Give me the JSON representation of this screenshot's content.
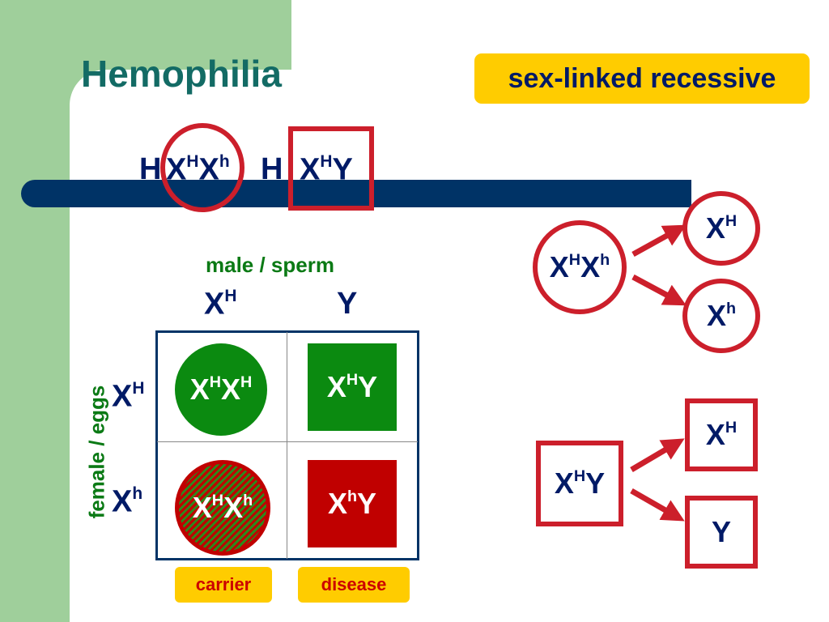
{
  "title": "Hemophilia",
  "badge": "sex-linked recessive",
  "parents": {
    "mother": {
      "prefix": "H",
      "base1": "X",
      "sup1": "H",
      "base2": "X",
      "sup2": "h"
    },
    "father": {
      "prefix": "H",
      "base1": "X",
      "sup1": "H",
      "base2": "Y"
    }
  },
  "punnett": {
    "top_label": "male / sperm",
    "side_label": "female / eggs",
    "columns": [
      {
        "base": "X",
        "sup": "H"
      },
      {
        "base": "Y",
        "sup": ""
      }
    ],
    "rows": [
      {
        "base": "X",
        "sup": "H"
      },
      {
        "base": "X",
        "sup": "h"
      }
    ],
    "cells": [
      {
        "b1": "X",
        "s1": "H",
        "b2": "X",
        "s2": "H",
        "color": "#0b8a10"
      },
      {
        "b1": "X",
        "s1": "H",
        "b2": "Y",
        "s2": "",
        "color": "#0b8a10"
      },
      {
        "b1": "X",
        "s1": "H",
        "b2": "X",
        "s2": "h",
        "color": "#c00000"
      },
      {
        "b1": "X",
        "s1": "h",
        "b2": "Y",
        "s2": "",
        "color": "#c00000"
      }
    ],
    "labels": {
      "carrier": "carrier",
      "disease": "disease"
    }
  },
  "female_gametes": {
    "parent": {
      "b1": "X",
      "s1": "H",
      "b2": "X",
      "s2": "h"
    },
    "out1": {
      "base": "X",
      "sup": "H"
    },
    "out2": {
      "base": "X",
      "sup": "h"
    }
  },
  "male_gametes": {
    "parent": {
      "b1": "X",
      "s1": "H",
      "b2": "Y"
    },
    "out1": {
      "base": "X",
      "sup": "H"
    },
    "out2": {
      "base": "Y"
    }
  },
  "colors": {
    "accent_red": "#cc1f2b",
    "navy": "#001a66",
    "bar": "#003366",
    "title": "#136b65",
    "badge": "#ffcc00",
    "green": "#0b8a10",
    "disease_red": "#c00000",
    "strip": "#9fcf9b"
  }
}
